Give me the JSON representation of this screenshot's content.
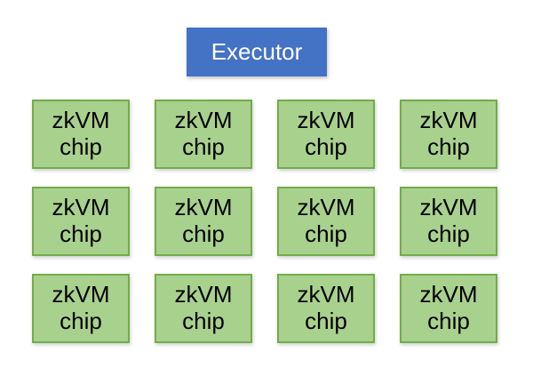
{
  "diagram": {
    "executor": {
      "label": "Executor"
    },
    "chips": [
      {
        "label": "zkVM chip"
      },
      {
        "label": "zkVM chip"
      },
      {
        "label": "zkVM chip"
      },
      {
        "label": "zkVM chip"
      },
      {
        "label": "zkVM chip"
      },
      {
        "label": "zkVM chip"
      },
      {
        "label": "zkVM chip"
      },
      {
        "label": "zkVM chip"
      },
      {
        "label": "zkVM chip"
      },
      {
        "label": "zkVM chip"
      },
      {
        "label": "zkVM chip"
      },
      {
        "label": "zkVM chip"
      }
    ],
    "colors": {
      "executor_fill": "#4472C4",
      "executor_text": "#FFFFFF",
      "chip_fill": "#A9D18E",
      "chip_border": "#70AD47",
      "chip_text": "#000000"
    }
  }
}
